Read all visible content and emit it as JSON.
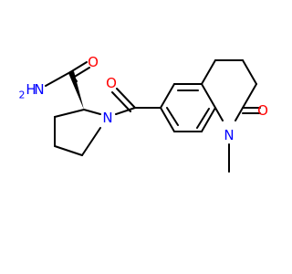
{
  "colors": {
    "bond": "#000000",
    "oxygen": "#ff0000",
    "nitrogen": "#0000ff"
  },
  "molecule": {
    "atoms": {
      "amide_n": {
        "symbol": "N",
        "h": "H",
        "h_count": "2"
      },
      "amide_o": {
        "symbol": "O"
      },
      "ring_n": {
        "symbol": "N"
      },
      "carbonyl_o": {
        "symbol": "O"
      },
      "lactam_n": {
        "symbol": "N"
      },
      "lactam_o": {
        "symbol": "O"
      }
    }
  }
}
